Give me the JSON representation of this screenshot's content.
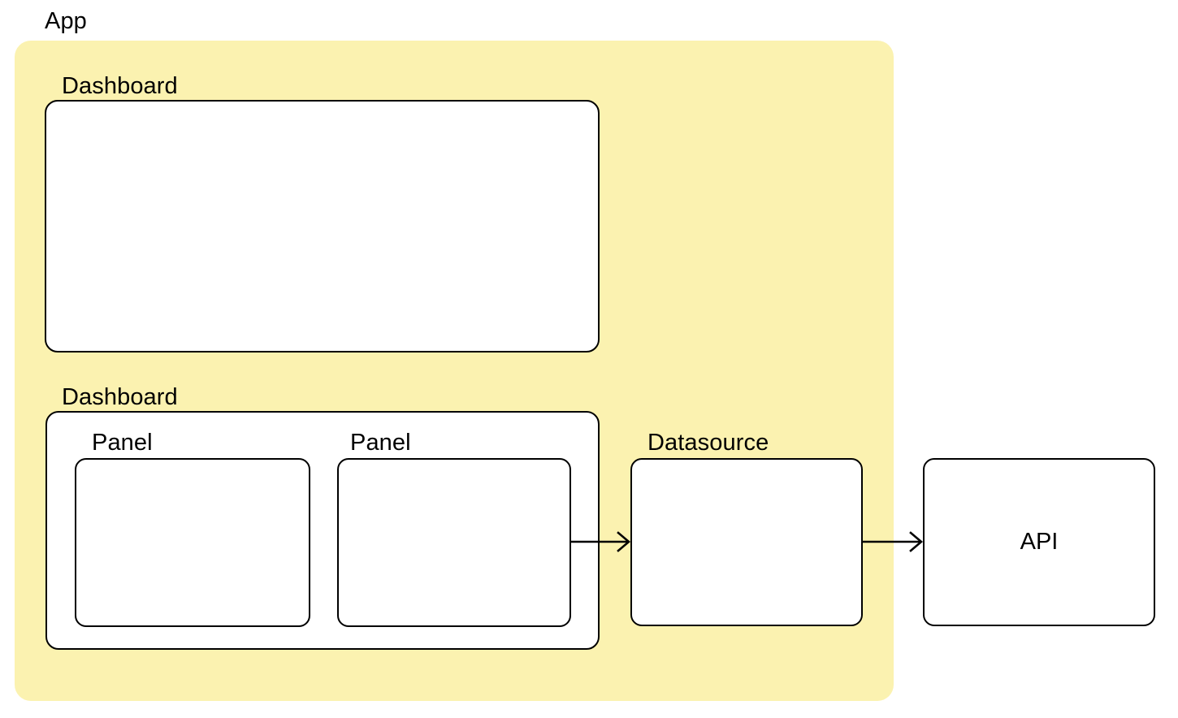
{
  "diagram": {
    "type": "nested-container-architecture",
    "background_color": "#ffffff",
    "accent_color": "#fbf2b0",
    "stroke_color": "#000000",
    "app": {
      "label": "App",
      "fill": "#fbf2b0"
    },
    "dashboard_top": {
      "label": "Dashboard"
    },
    "dashboard_bottom": {
      "label": "Dashboard",
      "panels": [
        {
          "label": "Panel"
        },
        {
          "label": "Panel"
        }
      ]
    },
    "datasource": {
      "label": "Datasource"
    },
    "api": {
      "label": "API"
    },
    "connections": [
      {
        "from": "Panel",
        "to": "Datasource",
        "arrow": "open"
      },
      {
        "from": "Datasource",
        "to": "API",
        "arrow": "open"
      }
    ]
  }
}
